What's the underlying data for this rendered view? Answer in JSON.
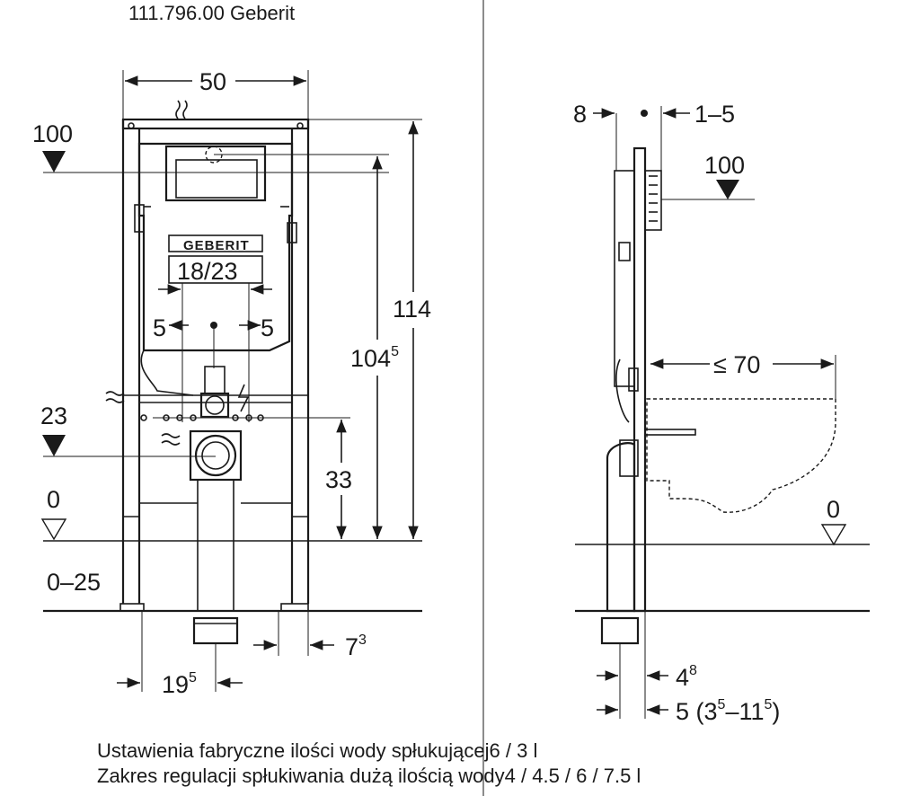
{
  "title": "111.796.00 Geberit",
  "brand": "GEBERIT",
  "front_view": {
    "width": "50",
    "height_total": "114",
    "height_actuator": "104",
    "height_actuator_sup": "5",
    "height_drain": "33",
    "actuator_level": "100",
    "connection_level": "23",
    "floor_level": "0",
    "floor_adjust": "0–25",
    "pipe_spacing": "18/23",
    "pipe_offset_left": "5",
    "pipe_offset_right": "5",
    "bottom_left": "19",
    "bottom_left_sup": "5",
    "bottom_right": "7",
    "bottom_right_sup": "3"
  },
  "side_view": {
    "wall_gap": "8",
    "panel_range": "1–5",
    "actuator_level": "100",
    "bowl_projection": "≤ 70",
    "floor_level": "0",
    "bottom_depth": "4",
    "bottom_depth_sup": "8",
    "bottom_range": "5 (3",
    "bottom_range_sup1": "5",
    "bottom_range_mid": "–11",
    "bottom_range_sup2": "5",
    "bottom_range_end": ")"
  },
  "captions": {
    "line1": "Ustawienia fabryczne ilości wody spłukującej6 / 3 l",
    "line2": "Zakres regulacji spłukiwania dużą ilością wody4 / 4.5 / 6 / 7.5 l"
  },
  "colors": {
    "ink": "#1a1a1a",
    "paper": "#ffffff"
  }
}
